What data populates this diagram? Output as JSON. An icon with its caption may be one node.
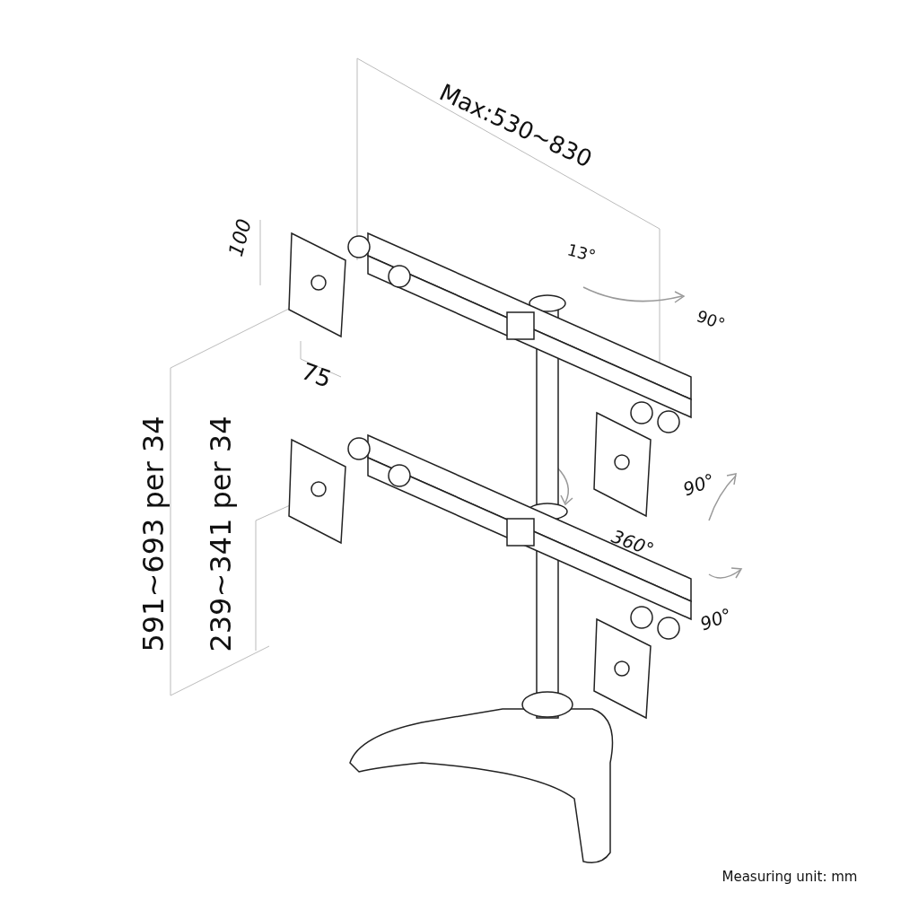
{
  "diagram": {
    "labels": [
      "Max:530~830",
      "100",
      "13°",
      "90°",
      "75",
      "90°",
      "360°",
      "90°",
      "591~693 per 34",
      "239~341 per 34",
      "Measuring unit: mm"
    ]
  }
}
